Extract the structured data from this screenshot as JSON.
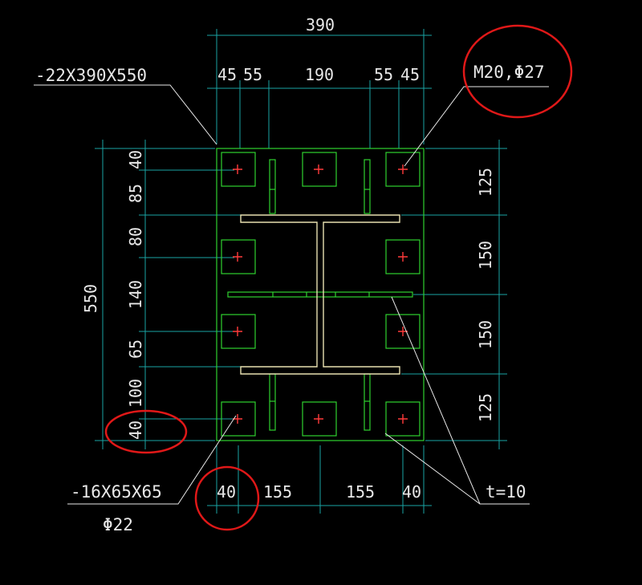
{
  "labels": {
    "base_plate": "-22X390X550",
    "anchor_bolt": "M20,Φ27",
    "washer_plate": "-16X65X65",
    "washer_hole": "Φ22",
    "stiffener_thickness": "t=10"
  },
  "dimensions": {
    "overall_width": "390",
    "overall_height": "550",
    "top": [
      "45",
      "55",
      "190",
      "55",
      "45"
    ],
    "bottom": [
      "40",
      "155",
      "155",
      "40"
    ],
    "left": [
      "40",
      "85",
      "80",
      "140",
      "65",
      "100",
      "40"
    ],
    "right": [
      "125",
      "150",
      "150",
      "125"
    ]
  },
  "colors": {
    "background": "#000000",
    "plate_outline": "#2fd12f",
    "dimension_line": "#1aa3a3",
    "text": "#e8e8e8",
    "steel_section": "#e8e0b0",
    "bolt_center": "#ff3b3b",
    "highlight_circle": "#e01818"
  }
}
